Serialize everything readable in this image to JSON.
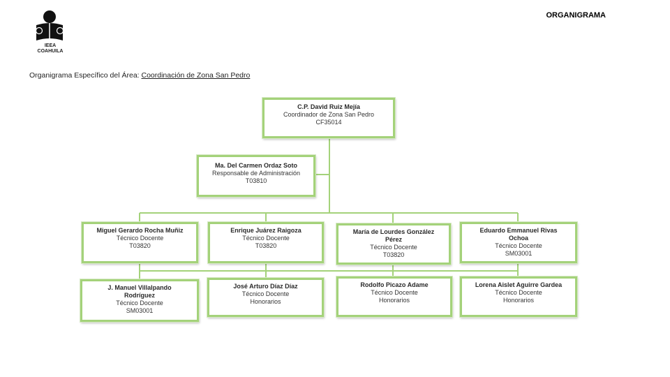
{
  "header": {
    "title": "ORGANIGRAMA",
    "logo_line1": "IEEA",
    "logo_line2": "COAHUILA"
  },
  "subtitle": {
    "prefix": "Organigrama Específico del Área: ",
    "area": "Coordinación de Zona San Pedro"
  },
  "org": {
    "head": {
      "name": "C.P. David Ruiz Mejía",
      "role": "Coordinador de Zona San Pedro",
      "code": "CF35014"
    },
    "admin": {
      "name": "Ma. Del Carmen Ordaz Soto",
      "role": "Responsable de Administración",
      "code": "T03810"
    },
    "row1": [
      {
        "name": "Miguel Gerardo Rocha Muñiz",
        "role": "Técnico Docente",
        "code": "T03820"
      },
      {
        "name": "Enrique Juárez Raigoza",
        "role": "Técnico Docente",
        "code": "T03820"
      },
      {
        "name": "María de Lourdes González Pérez",
        "role": "Técnico Docente",
        "code": "T03820"
      },
      {
        "name": "Eduardo Emmanuel Rivas Ochoa",
        "role": "Técnico Docente",
        "code": "SM03001"
      }
    ],
    "row2": [
      {
        "name": "J. Manuel Villalpando Rodríguez",
        "role": "Técnico Docente",
        "code": "SM03001"
      },
      {
        "name": "José Arturo Díaz Díaz",
        "role": "Técnico Docente",
        "code": "Honorarios"
      },
      {
        "name": "Rodolfo Picazo Adame",
        "role": "Técnico Docente",
        "code": "Honorarios"
      },
      {
        "name": "Lorena Aislet Aguirre Gardea",
        "role": "Técnico Docente",
        "code": "Honorarios"
      }
    ]
  }
}
